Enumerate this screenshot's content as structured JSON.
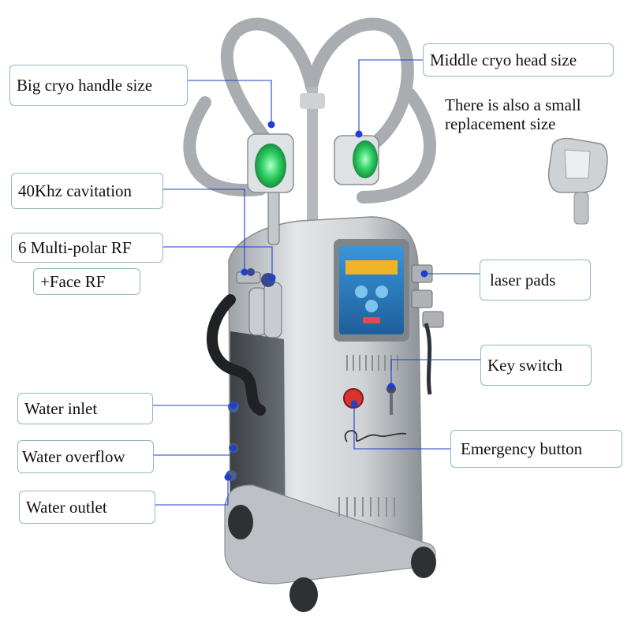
{
  "labels": {
    "big_handle": "Big cryo handle size",
    "middle_head": "Middle cryo head size",
    "cavitation": "40Khz cavitation",
    "multipolar_rf": "6 Multi-polar RF",
    "face_rf": "+Face RF",
    "laser_pads": "laser pads",
    "key_switch": "Key switch",
    "emergency_button": "Emergency button",
    "water_inlet": "Water inlet",
    "water_overflow": "Water overflow",
    "water_outlet": "Water outlet"
  },
  "note": {
    "line1": "There is also a small",
    "line2": "replacement size"
  },
  "colors": {
    "label_border": "#8fb9bf",
    "leader_line": "#1f3fcf",
    "device_silver": "#c9cdd1",
    "cryo_glow": "#28c85a",
    "emergency_red": "#d8342c",
    "screen_blue": "#2a7fc4"
  }
}
